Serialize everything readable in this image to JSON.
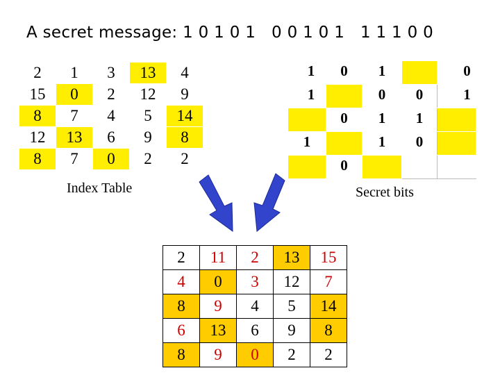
{
  "title": "A secret message: 1 0 1 0 1   0 0 1 0 1   1 1 1 0 0",
  "index_label": "Index Table",
  "secret_label": "Secret bits",
  "index_rows": [
    [
      "2",
      "1",
      "3",
      "13",
      "4"
    ],
    [
      "15",
      "0",
      "2",
      "12",
      "9"
    ],
    [
      "8",
      "7",
      "4",
      "5",
      "14"
    ],
    [
      "12",
      "13",
      "6",
      "9",
      "8"
    ],
    [
      "8",
      "7",
      "0",
      "2",
      "2"
    ]
  ],
  "secret_rows": [
    [
      "1",
      "0",
      "1",
      "",
      "0"
    ],
    [
      "1",
      "",
      "0",
      "0",
      "1"
    ],
    [
      "",
      "0",
      "1",
      "1",
      ""
    ],
    [
      "1",
      "",
      "1",
      "0",
      ""
    ],
    [
      "",
      "0",
      "",
      "",
      ""
    ]
  ],
  "result_rows": [
    [
      "2",
      "11",
      "2",
      "13",
      "15"
    ],
    [
      "4",
      "0",
      "3",
      "12",
      "7"
    ],
    [
      "8",
      "9",
      "4",
      "5",
      "14"
    ],
    [
      "6",
      "13",
      "6",
      "9",
      "8"
    ],
    [
      "8",
      "9",
      "0",
      "2",
      "2"
    ]
  ],
  "colors": {
    "highlight": "#ffee00",
    "highlight_result": "#ffcc00",
    "changed_text": "#cc0000",
    "arrow": "#3344cc"
  }
}
